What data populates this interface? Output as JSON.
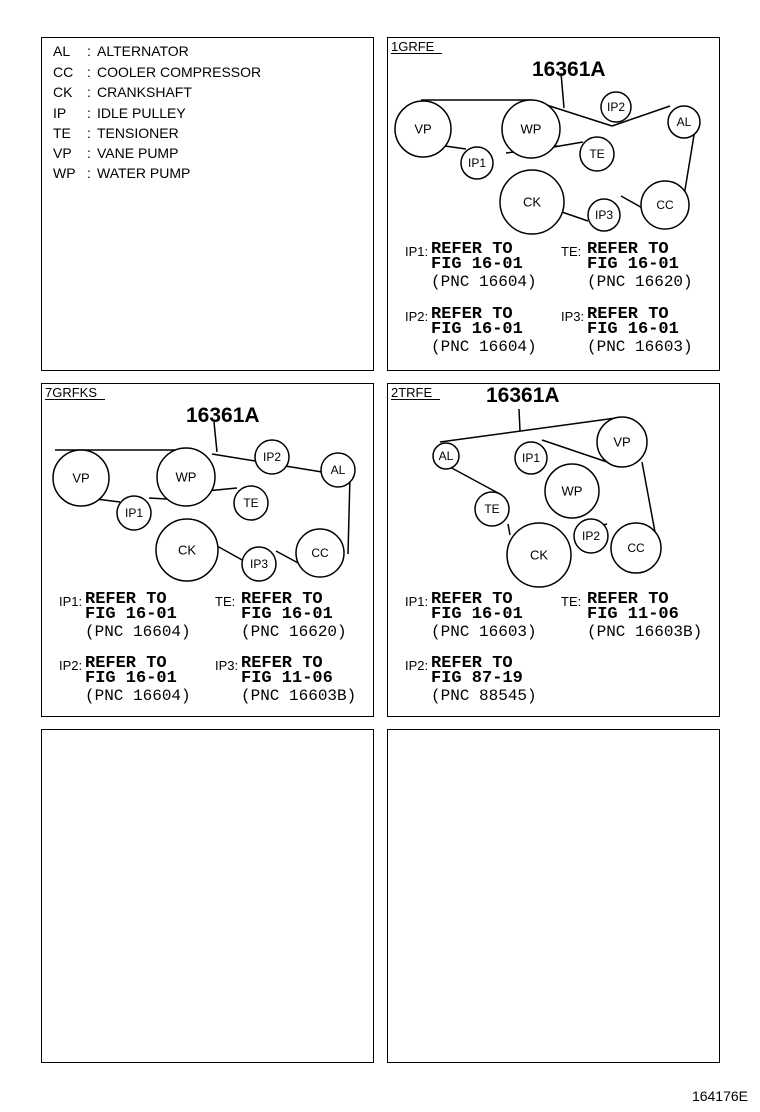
{
  "legend": [
    {
      "abbr": "AL",
      "name": "ALTERNATOR"
    },
    {
      "abbr": "CC",
      "name": "COOLER COMPRESSOR"
    },
    {
      "abbr": "CK",
      "name": "CRANKSHAFT"
    },
    {
      "abbr": "IP",
      "name": "IDLE PULLEY"
    },
    {
      "abbr": "TE",
      "name": "TENSIONER"
    },
    {
      "abbr": "VP",
      "name": "VANE PUMP"
    },
    {
      "abbr": "WP",
      "name": "WATER PUMP"
    }
  ],
  "legend_colon": ":",
  "panels": [
    {
      "engine": "1GRFE",
      "part": "16361A",
      "pulleys": {
        "VP": "VP",
        "WP": "WP",
        "IP1": "IP1",
        "IP2": "IP2",
        "AL": "AL",
        "TE": "TE",
        "CK": "CK",
        "IP3": "IP3",
        "CC": "CC"
      },
      "notes": [
        {
          "label": "IP1:",
          "l1": "REFER TO",
          "l2": "FIG 16-01",
          "l3": "(PNC 16604)"
        },
        {
          "label": "TE:",
          "l1": "REFER TO",
          "l2": "FIG 16-01",
          "l3": "(PNC 16620)"
        },
        {
          "label": "IP2:",
          "l1": "REFER TO",
          "l2": "FIG 16-01",
          "l3": "(PNC 16604)"
        },
        {
          "label": "IP3:",
          "l1": "REFER TO",
          "l2": "FIG 16-01",
          "l3": "(PNC 16603)"
        }
      ]
    },
    {
      "engine": "7GRFKS",
      "part": "16361A",
      "pulleys": {
        "VP": "VP",
        "WP": "WP",
        "IP1": "IP1",
        "IP2": "IP2",
        "AL": "AL",
        "TE": "TE",
        "CK": "CK",
        "IP3": "IP3",
        "CC": "CC"
      },
      "notes": [
        {
          "label": "IP1:",
          "l1": "REFER TO",
          "l2": "FIG 16-01",
          "l3": "(PNC 16604)"
        },
        {
          "label": "TE:",
          "l1": "REFER TO",
          "l2": "FIG 16-01",
          "l3": "(PNC 16620)"
        },
        {
          "label": "IP2:",
          "l1": "REFER TO",
          "l2": "FIG 16-01",
          "l3": "(PNC 16604)"
        },
        {
          "label": "IP3:",
          "l1": "REFER TO",
          "l2": "FIG 11-06",
          "l3": "(PNC 16603B)"
        }
      ]
    },
    {
      "engine": "2TRFE",
      "part": "16361A",
      "pulleys": {
        "AL": "AL",
        "IP1": "IP1",
        "VP": "VP",
        "WP": "WP",
        "TE": "TE",
        "IP2": "IP2",
        "CK": "CK",
        "CC": "CC"
      },
      "notes": [
        {
          "label": "IP1:",
          "l1": "REFER TO",
          "l2": "FIG 16-01",
          "l3": "(PNC 16603)"
        },
        {
          "label": "TE:",
          "l1": "REFER TO",
          "l2": "FIG 11-06",
          "l3": "(PNC 16603B)"
        },
        {
          "label": "IP2:",
          "l1": "REFER TO",
          "l2": "FIG 87-19",
          "l3": "(PNC 88545)"
        }
      ]
    }
  ],
  "document_id": "164176E"
}
